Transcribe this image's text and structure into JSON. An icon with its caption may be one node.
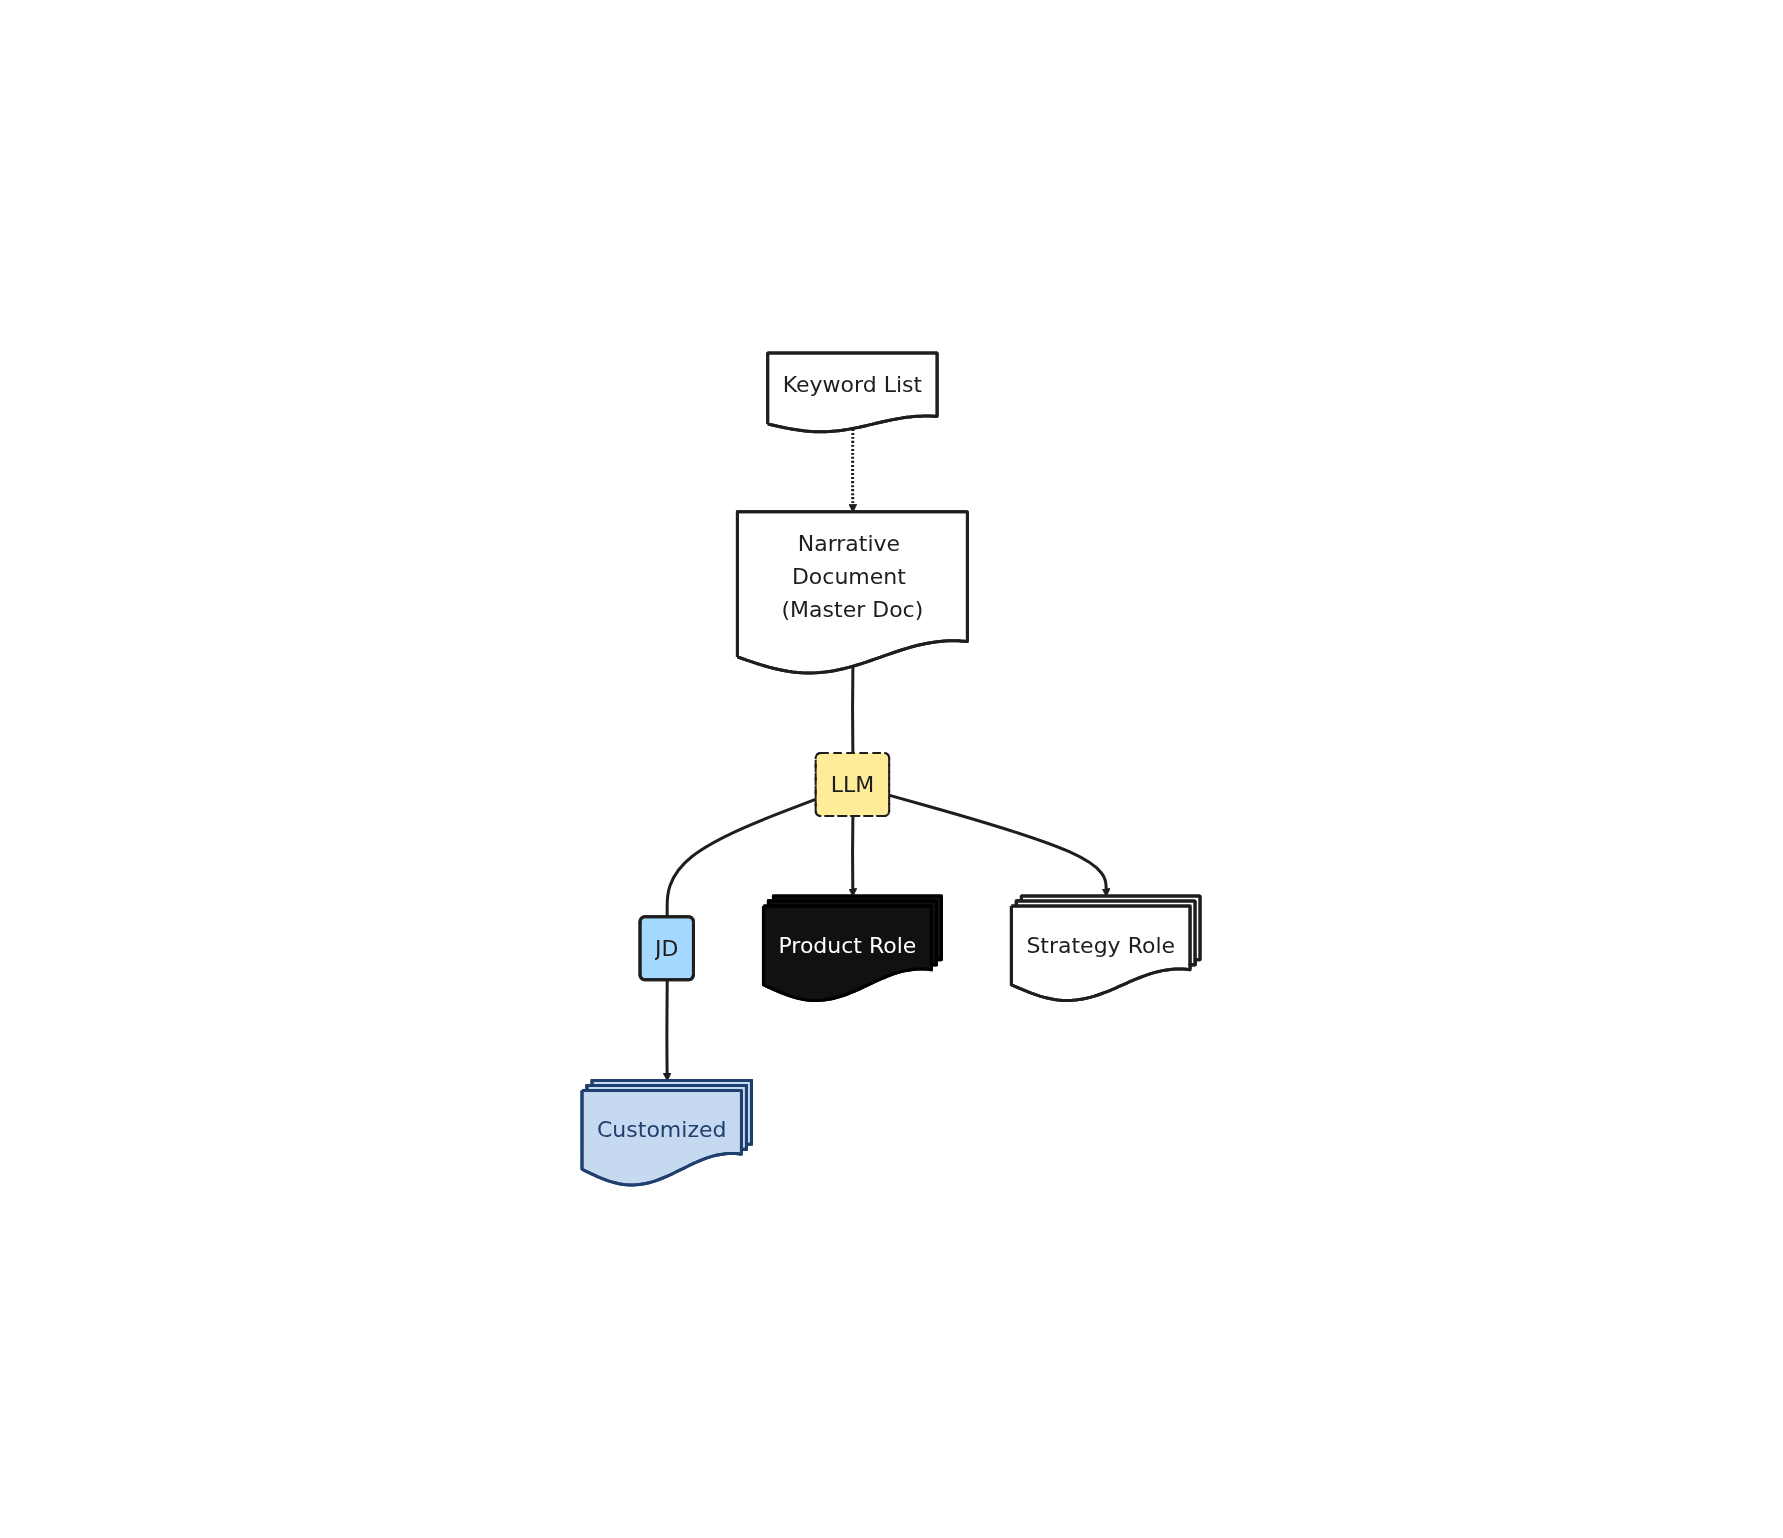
{
  "diagram": {
    "nodes": [
      {
        "text": [
          "Narrative Document (Master Doc)"
        ]
      },
      {
        "text": [
          "Keyword List"
        ]
      },
      {
        "text": [
          "LLM"
        ]
      },
      {
        "text": [
          "JD"
        ]
      },
      {
        "text": [
          "Product Role"
        ]
      },
      {
        "text": [
          "Strategy Role"
        ]
      },
      {
        "text": [
          "Customized"
        ]
      }
    ],
    "edges": [
      {
        "from": 1,
        "to": 0,
        "arrow": "to",
        "style": "dashed"
      },
      {
        "from": 0,
        "to": 2,
        "arrow": "none"
      },
      {
        "from": 2,
        "to": 4,
        "arrow": "to"
      },
      {
        "from": 2,
        "to": 5,
        "arrow": "to"
      },
      {
        "from": 2,
        "to": 3,
        "arrow": "none"
      },
      {
        "from": 3,
        "to": 6,
        "arrow": "to"
      }
    ]
  }
}
